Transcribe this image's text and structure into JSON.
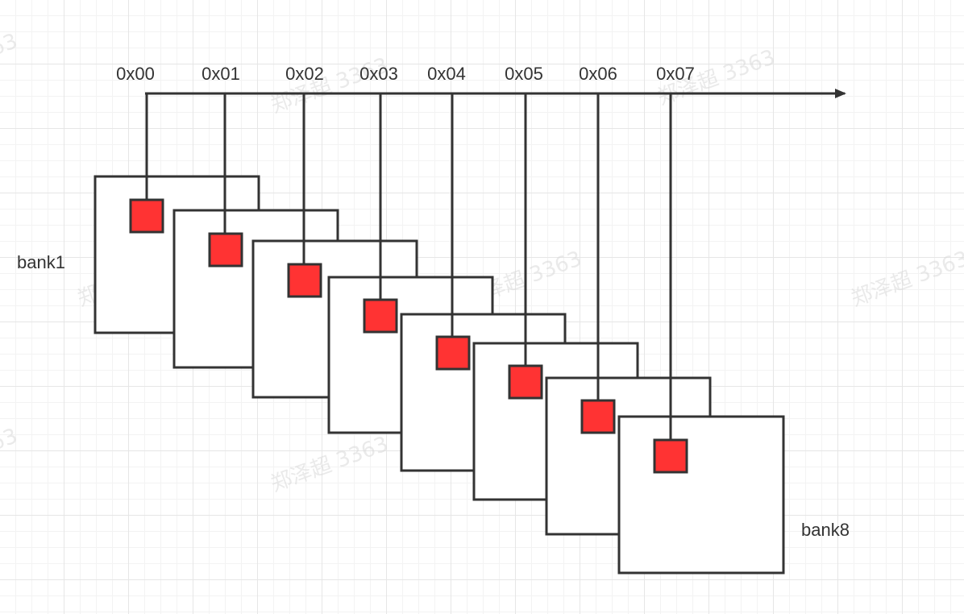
{
  "address_axis": {
    "labels": [
      "0x00",
      "0x01",
      "0x02",
      "0x03",
      "0x04",
      "0x05",
      "0x06",
      "0x07"
    ]
  },
  "banks": {
    "first_label": "bank1",
    "last_label": "bank8",
    "count": 8
  },
  "watermark": {
    "text": "郑泽超 3363"
  },
  "colors": {
    "line": "#333333",
    "cell_fill": "#ff3333",
    "cell_stroke": "#333333",
    "bank_fill": "#ffffff"
  }
}
